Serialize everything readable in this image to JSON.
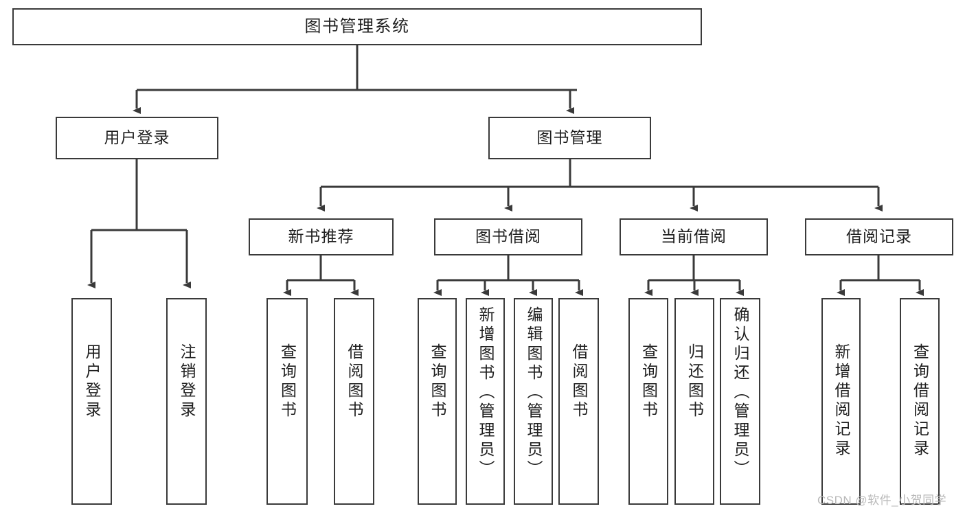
{
  "diagram": {
    "title": "图书管理系统",
    "type": "hierarchy-tree",
    "levels": 4,
    "root": {
      "id": "root",
      "label": "图书管理系统"
    },
    "level2": [
      {
        "id": "user-login",
        "label": "用户登录"
      },
      {
        "id": "book-manage",
        "label": "图书管理"
      }
    ],
    "level3": [
      {
        "id": "new-book-rec",
        "label": "新书推荐",
        "parent": "book-manage"
      },
      {
        "id": "book-borrow",
        "label": "图书借阅",
        "parent": "book-manage"
      },
      {
        "id": "current-borrow",
        "label": "当前借阅",
        "parent": "book-manage"
      },
      {
        "id": "borrow-record",
        "label": "借阅记录",
        "parent": "book-manage"
      }
    ],
    "leaves": [
      {
        "id": "leaf-user-login",
        "label": "用户登录",
        "parent": "user-login"
      },
      {
        "id": "leaf-user-logout",
        "label": "注销登录",
        "parent": "user-login"
      },
      {
        "id": "leaf-query-book-1",
        "label": "查询图书",
        "parent": "new-book-rec"
      },
      {
        "id": "leaf-borrow-book-1",
        "label": "借阅图书",
        "parent": "new-book-rec"
      },
      {
        "id": "leaf-query-book-2",
        "label": "查询图书",
        "parent": "book-borrow"
      },
      {
        "id": "leaf-add-book",
        "label": "新增图书（管理员）",
        "parent": "book-borrow"
      },
      {
        "id": "leaf-edit-book",
        "label": "编辑图书（管理员）",
        "parent": "book-borrow"
      },
      {
        "id": "leaf-borrow-book-2",
        "label": "借阅图书",
        "parent": "book-borrow"
      },
      {
        "id": "leaf-query-book-3",
        "label": "查询图书",
        "parent": "current-borrow"
      },
      {
        "id": "leaf-return-book",
        "label": "归还图书",
        "parent": "current-borrow"
      },
      {
        "id": "leaf-confirm-return",
        "label": "确认归还（管理员）",
        "parent": "current-borrow"
      },
      {
        "id": "leaf-add-record",
        "label": "新增借阅记录",
        "parent": "borrow-record"
      },
      {
        "id": "leaf-query-record",
        "label": "查询借阅记录",
        "parent": "borrow-record"
      }
    ]
  },
  "watermark": {
    "text": "CSDN @软件_小贺同学"
  },
  "colors": {
    "stroke": "#3a3a3a",
    "background": "#ffffff",
    "text": "#1f1f1f",
    "watermark": "#b9b9b9"
  }
}
